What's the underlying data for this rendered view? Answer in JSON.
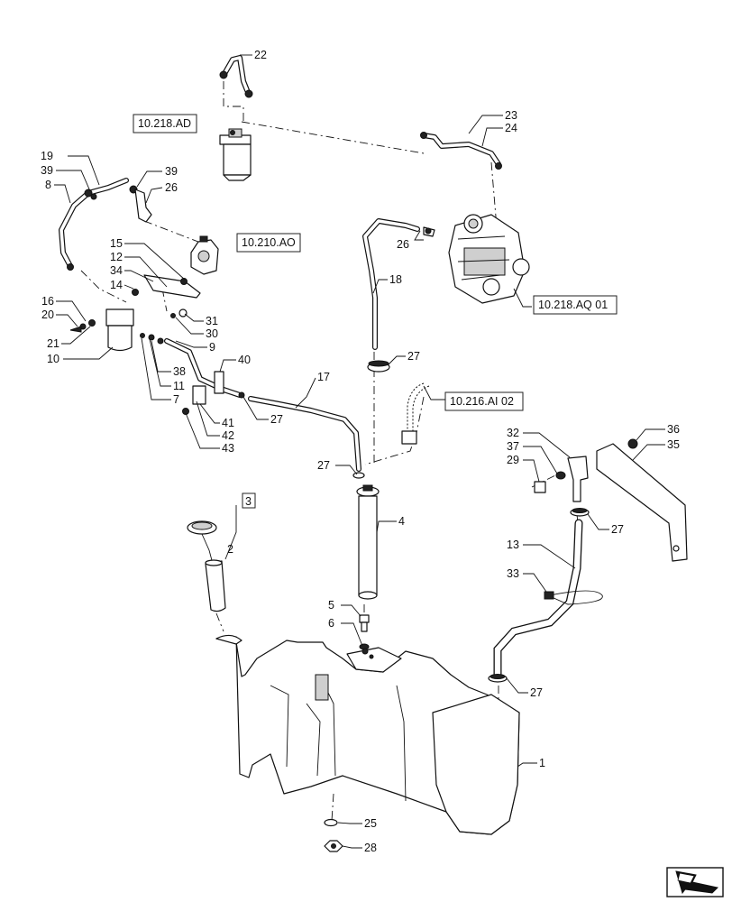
{
  "callouts": {
    "c1": "1",
    "c2": "2",
    "c3": "3",
    "c4": "4",
    "c5": "5",
    "c6": "6",
    "c7": "7",
    "c8": "8",
    "c9": "9",
    "c10": "10",
    "c11": "11",
    "c12": "12",
    "c13": "13",
    "c14": "14",
    "c15": "15",
    "c16": "16",
    "c17": "17",
    "c18": "18",
    "c19": "19",
    "c20": "20",
    "c21": "21",
    "c22": "22",
    "c23": "23",
    "c24": "24",
    "c25": "25",
    "c26a": "26",
    "c26b": "26",
    "c27a": "27",
    "c27b": "27",
    "c27c": "27",
    "c27d": "27",
    "c27e": "27",
    "c28": "28",
    "c29": "29",
    "c30": "30",
    "c31": "31",
    "c32": "32",
    "c33": "33",
    "c34": "34",
    "c35": "35",
    "c36": "36",
    "c37": "37",
    "c38": "38",
    "c39a": "39",
    "c39b": "39",
    "c40": "40",
    "c41": "41",
    "c42": "42",
    "c43": "43"
  },
  "refs": {
    "filter_ref": "10.218.AD",
    "pump_ref": "10.210.AO",
    "injection_ref": "10.218.AQ 01",
    "sender_ref": "10.216.AI 02"
  },
  "nav": {
    "icon": "next-page-arrow-icon"
  }
}
